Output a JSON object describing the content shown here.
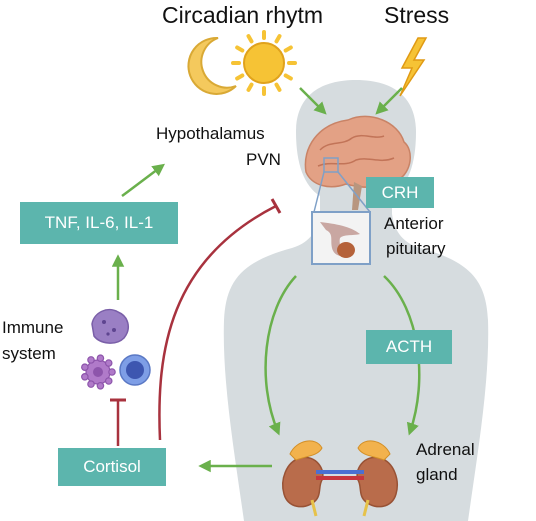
{
  "title_left": "Circadian rhytm",
  "title_right": "Stress",
  "labels": {
    "hypothalamus": "Hypothalamus",
    "pvn": "PVN",
    "anterior": "Anterior",
    "pituitary": "pituitary",
    "immune": "Immune",
    "system": "system",
    "adrenal": "Adrenal",
    "gland": "gland"
  },
  "boxes": {
    "crh": "CRH",
    "acth": "ACTH",
    "cytokines": "TNF, IL-6, IL-1",
    "cortisol": "Cortisol"
  },
  "colors": {
    "stimulate": "#6ab04c",
    "inhibit": "#a8323e",
    "box": "#5cb5ad",
    "body": "#d6dcdf"
  },
  "icons": [
    "moon-icon",
    "sun-icon",
    "lightning-icon",
    "brain-icon",
    "pituitary-icon",
    "immune-cell-icon",
    "kidney-icon"
  ]
}
